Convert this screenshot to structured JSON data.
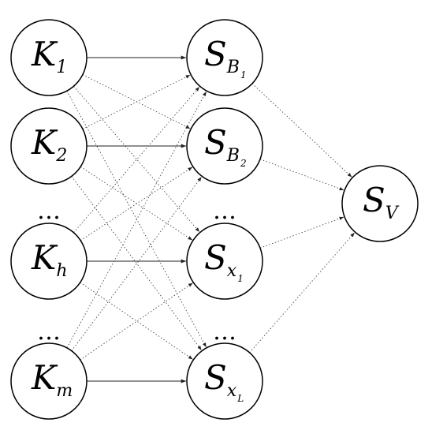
{
  "nodes": [
    {
      "id": "K1",
      "main": "K",
      "sub": "1",
      "subsub": ""
    },
    {
      "id": "K2",
      "main": "K",
      "sub": "2",
      "subsub": ""
    },
    {
      "id": "Kh",
      "main": "K",
      "sub": "h",
      "subsub": ""
    },
    {
      "id": "Km",
      "main": "K",
      "sub": "m",
      "subsub": ""
    },
    {
      "id": "SB1",
      "main": "S",
      "sub": "B",
      "subsub": "1"
    },
    {
      "id": "SB2",
      "main": "S",
      "sub": "B",
      "subsub": "2"
    },
    {
      "id": "Sx1",
      "main": "S",
      "sub": "x",
      "subsub": "1"
    },
    {
      "id": "SxL",
      "main": "S",
      "sub": "x",
      "subsub": "L"
    },
    {
      "id": "SV",
      "main": "S",
      "sub": "V",
      "subsub": ""
    }
  ],
  "ellipses": [
    "…",
    "…",
    "…",
    "…"
  ]
}
